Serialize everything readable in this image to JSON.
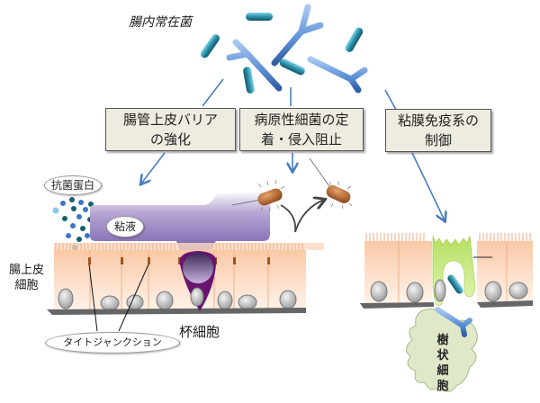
{
  "title": "腸内常在菌",
  "effects": [
    {
      "line1": "腸管上皮バリア",
      "line2": "の強化"
    },
    {
      "line1": "病原性細菌の定",
      "line2": "着・侵入阻止"
    },
    {
      "line1": "粘膜免疫系の",
      "line2": "制御"
    }
  ],
  "labels": {
    "antimicrobial_protein": "抗菌蛋白",
    "mucus": "粘液",
    "epithelial_cell_line1": "腸上皮",
    "epithelial_cell_line2": "細胞",
    "goblet_cell": "杯細胞",
    "tight_junction": "タイトジャンクション",
    "dendritic_cell": [
      "樹",
      "状",
      "細",
      "胞"
    ]
  },
  "colors": {
    "arrow": "#4a7ebf",
    "box_fill": "#eeece1",
    "rod_bacteria": "#2a8fa8",
    "y_bacteria": "#5b8fd6",
    "mucus": "#8f79b8",
    "goblet": "#6a1470",
    "epithelium": "#fbd9bf",
    "m_cell": "#c5e87a",
    "dendritic": "#dfe8c8",
    "pathogen": "#b0602a"
  }
}
